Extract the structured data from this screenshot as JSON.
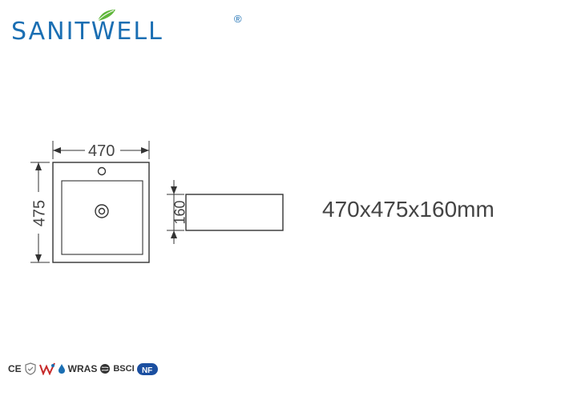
{
  "brand": {
    "name": "SANITWELL",
    "registered": "®",
    "color": "#1b6fb3",
    "leaf_color": "#5fb63a"
  },
  "drawing": {
    "width_label": "470",
    "depth_label": "475",
    "height_label": "160"
  },
  "spec": {
    "dimensions_text": "470x475x160mm"
  },
  "certifications": {
    "ce": "CE",
    "wras": "WRAS",
    "bsci": "BSCI",
    "nf": "NF"
  }
}
